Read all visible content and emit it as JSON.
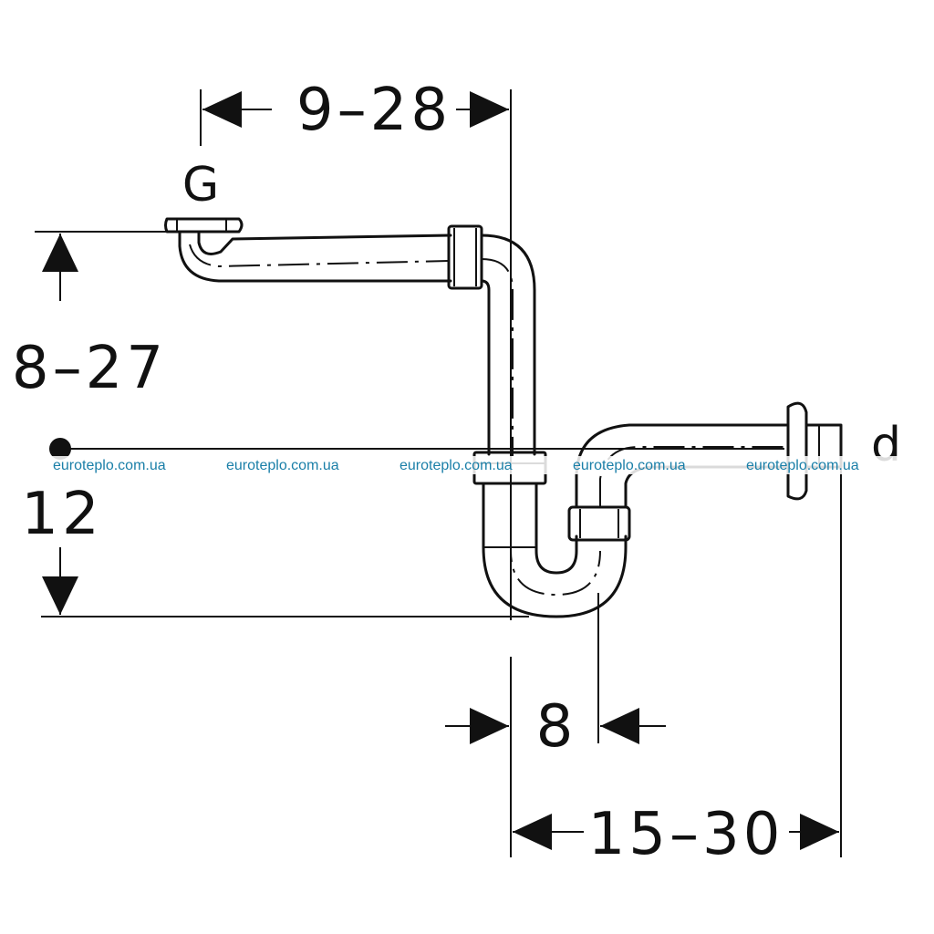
{
  "dimensions": {
    "top_width": "9–28",
    "rise_height": "8–27",
    "bottom_height": "12",
    "offset": "8",
    "depth": "15–30"
  },
  "labels": {
    "inlet": "G",
    "outlet": "d"
  },
  "watermark": {
    "text": "euroteplo.com.ua",
    "color": "#1a7fa8"
  }
}
